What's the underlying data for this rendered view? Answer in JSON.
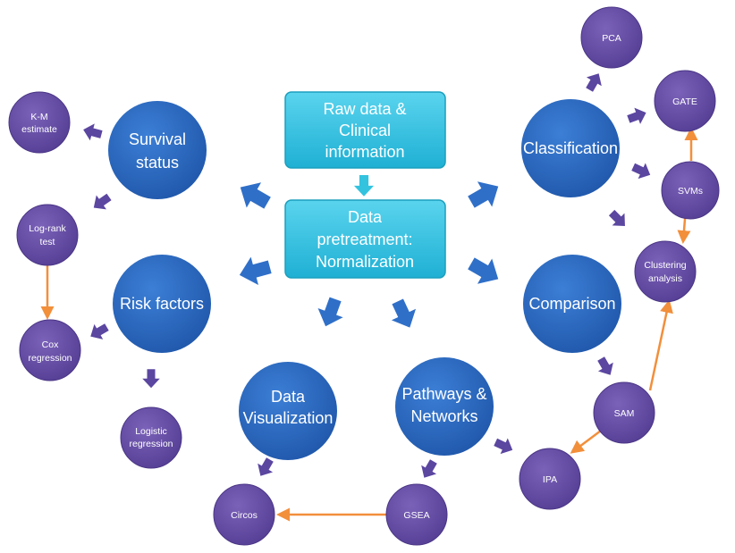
{
  "colors": {
    "box_fill": "#33c3df",
    "box_stroke": "#1b9fbe",
    "big_circle": "#2566c2",
    "small_circle": "#6a4fa8",
    "arrow_blue": "#2f6fc8",
    "arrow_purple": "#5b46a0",
    "connector_orange": "#f28f3b"
  },
  "icons": {
    "block_arrow": "block-arrow-icon",
    "connector": "orange-line-arrow"
  },
  "center": {
    "raw_data": [
      "Raw data &",
      "Clinical",
      "information"
    ],
    "pretreatment": [
      "Data",
      "pretreatment:",
      "Normalization"
    ]
  },
  "hubs": {
    "survival": [
      "Survival",
      "status"
    ],
    "risk": [
      "Risk factors"
    ],
    "visualization": [
      "Data",
      "Visualization"
    ],
    "pathways": [
      "Pathways &",
      "Networks"
    ],
    "classification": [
      "Classification"
    ],
    "comparison": [
      "Comparison"
    ]
  },
  "methods": {
    "km": [
      "K-M",
      "estimate"
    ],
    "logrank": [
      "Log-rank",
      "test"
    ],
    "cox": [
      "Cox",
      "regression"
    ],
    "logistic": [
      "Logistic",
      "regression"
    ],
    "circos": [
      "Circos"
    ],
    "gsea": [
      "GSEA"
    ],
    "ipa": [
      "IPA"
    ],
    "sam": [
      "SAM"
    ],
    "clustering": [
      "Clustering",
      "analysis"
    ],
    "svms": [
      "SVMs"
    ],
    "gate": [
      "GATE"
    ],
    "pca": [
      "PCA"
    ]
  }
}
